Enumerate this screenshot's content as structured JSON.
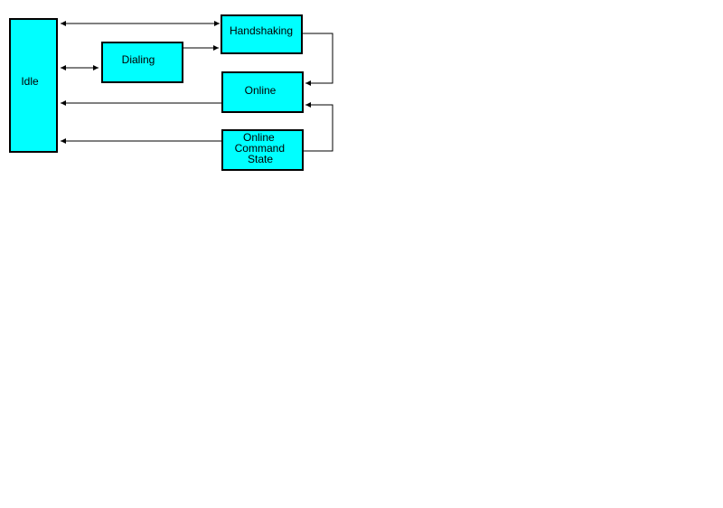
{
  "diagram": {
    "box_fill": "#00ffff",
    "stroke_color": "#000000",
    "nodes": {
      "idle": {
        "lines": [
          "Idle"
        ]
      },
      "dialing": {
        "lines": [
          "Dialing"
        ]
      },
      "handshaking": {
        "lines": [
          "Handshaking"
        ]
      },
      "online": {
        "lines": [
          "Online"
        ]
      },
      "online_command_state": {
        "lines": [
          "Online",
          "Command",
          "State"
        ]
      }
    },
    "edges": [
      {
        "from": "idle",
        "to": "handshaking",
        "bidirectional": true
      },
      {
        "from": "idle",
        "to": "dialing",
        "bidirectional": true
      },
      {
        "from": "dialing",
        "to": "handshaking",
        "bidirectional": false
      },
      {
        "from": "handshaking",
        "to": "online",
        "bidirectional": false
      },
      {
        "from": "online",
        "to": "idle",
        "bidirectional": false
      },
      {
        "from": "online_command_state",
        "to": "idle",
        "bidirectional": false
      },
      {
        "from": "online_command_state",
        "to": "online",
        "bidirectional": false
      }
    ]
  }
}
